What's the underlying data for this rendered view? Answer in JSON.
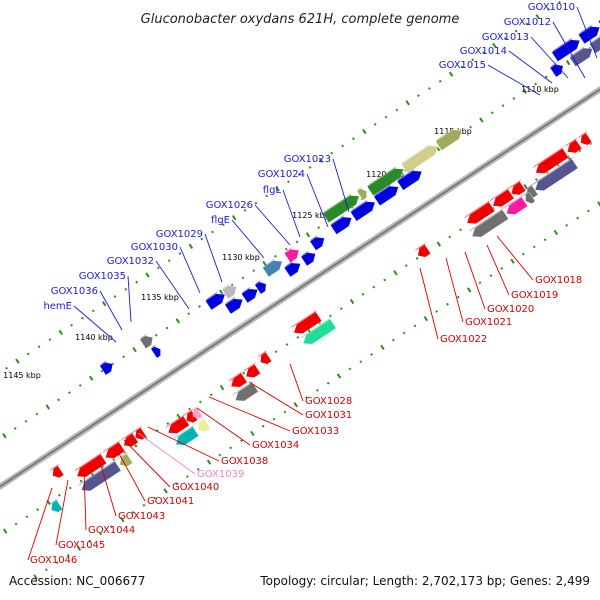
{
  "title": "Gluconobacter oxydans 621H, complete genome",
  "footer": {
    "accession": "Accession: NC_006677",
    "summary": "Topology: circular; Length: 2,702,173 bp; Genes: 2,499"
  },
  "colors": {
    "backbone": "#9a9a9a",
    "tick": "#2e8b1f",
    "forward_label": "#1a1adc",
    "reverse_label": "#d40000",
    "pseudo_label": "#ee88cc",
    "blue": "#0000dd",
    "red": "#ee0000",
    "green": "#2a8a2a",
    "olive": "#a3aa5a",
    "khaki": "#cfcf8a",
    "slate": "#55558f",
    "gray": "#707070",
    "lightgray": "#b8b8b8",
    "magenta": "#ff1aa0",
    "teal": "#00b4b4",
    "steel": "#4682b4",
    "mint": "#22dd99",
    "paleyellow": "#eeee99",
    "pink": "#ffa0c8"
  },
  "kbp_labels": [
    "1110 kbp",
    "1115 kbp",
    "1120 kbp",
    "1125 kbp",
    "1130 kbp",
    "1135 kbp",
    "1140 kbp",
    "1145 kbp"
  ],
  "forward_genes": [
    "GOX1010",
    "GOX1012",
    "GOX1013",
    "GOX1014",
    "GOX1015",
    "GOX1023",
    "GOX1024",
    "flgL",
    "GOX1026",
    "flgE",
    "GOX1029",
    "GOX1030",
    "GOX1032",
    "GOX1035",
    "GOX1036",
    "hemE"
  ],
  "reverse_genes": [
    "GOX1018",
    "GOX1019",
    "GOX1020",
    "GOX1021",
    "GOX1022",
    "GOX1028",
    "GOX1031",
    "GOX1033",
    "GOX1034",
    "GOX1038",
    "GOX1039",
    "GOX1040",
    "GOX1041",
    "GOX1043",
    "GOX1044",
    "GOX1045",
    "GOX1046"
  ]
}
